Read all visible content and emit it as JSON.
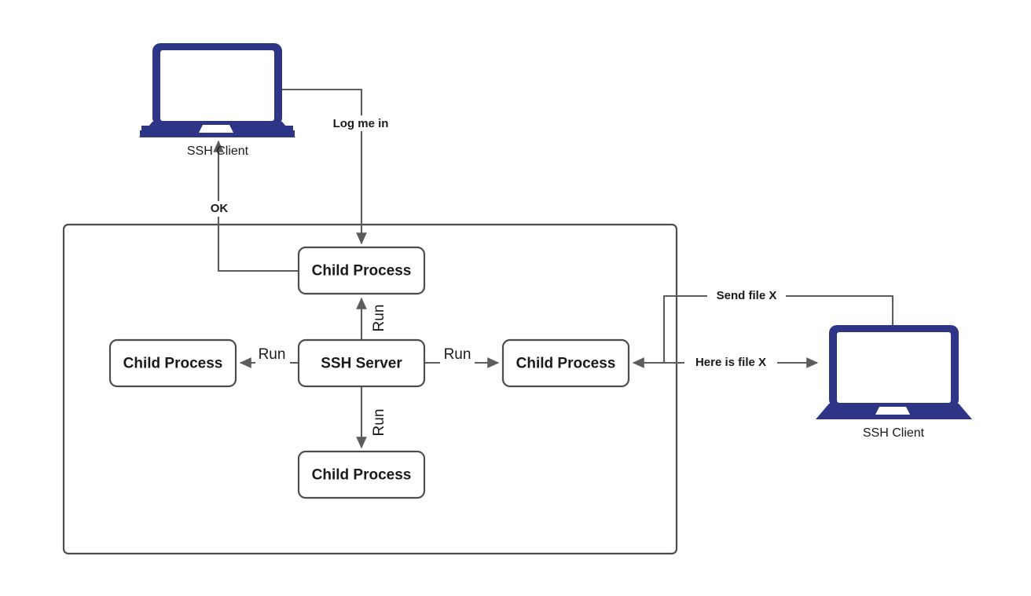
{
  "diagram": {
    "title": "SSH Server forking child processes for each client",
    "type": "flow-diagram",
    "background_color": "#ffffff",
    "accent_color": "#2e3586",
    "line_color": "#5c5c5c",
    "box_border_color": "#4d4d4d",
    "text_color": "#1a1a1a"
  },
  "container": {
    "name": "ssh-server-host-boundary",
    "label": ""
  },
  "nodes": {
    "ssh_server": {
      "label": "SSH Server"
    },
    "child_top": {
      "label": "Child Process"
    },
    "child_left": {
      "label": "Child Process"
    },
    "child_right": {
      "label": "Child Process"
    },
    "child_bottom": {
      "label": "Child Process"
    }
  },
  "devices": [
    {
      "id": "client-top",
      "label": "SSH Client",
      "icon": "laptop-icon"
    },
    {
      "id": "client-right",
      "label": "SSH Client",
      "icon": "laptop-icon"
    }
  ],
  "edges": [
    {
      "id": "log-me-in",
      "label": "Log me in",
      "from": "client-top",
      "to": "child_top",
      "style": "bold",
      "direction": "down"
    },
    {
      "id": "ok",
      "label": "OK",
      "from": "child_top",
      "to": "client-top",
      "style": "bold",
      "direction": "up"
    },
    {
      "id": "run-top",
      "label": "Run",
      "from": "ssh_server",
      "to": "child_top",
      "style": "plain",
      "direction": "up"
    },
    {
      "id": "run-left",
      "label": "Run",
      "from": "ssh_server",
      "to": "child_left",
      "style": "plain",
      "direction": "left"
    },
    {
      "id": "run-right",
      "label": "Run",
      "from": "ssh_server",
      "to": "child_right",
      "style": "plain",
      "direction": "right"
    },
    {
      "id": "run-bottom",
      "label": "Run",
      "from": "ssh_server",
      "to": "child_bottom",
      "style": "plain",
      "direction": "down"
    },
    {
      "id": "send-file-x",
      "label": "Send file X",
      "from": "child_right",
      "to": "client-right",
      "style": "bold",
      "direction": "right"
    },
    {
      "id": "here-is-file-x",
      "label": "Here is file X",
      "from": "client-right",
      "to": "child_right",
      "style": "bold",
      "direction": "both"
    }
  ]
}
